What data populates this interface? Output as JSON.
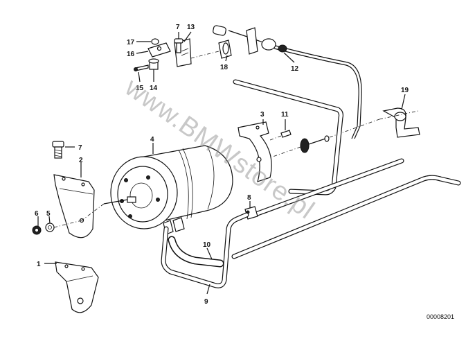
{
  "diagram": {
    "reference_code": "00008201",
    "watermark": "www.BMWstore.pl",
    "callouts": [
      {
        "id": "1",
        "label": "1"
      },
      {
        "id": "2",
        "label": "2"
      },
      {
        "id": "3",
        "label": "3"
      },
      {
        "id": "4",
        "label": "4"
      },
      {
        "id": "5",
        "label": "5"
      },
      {
        "id": "6",
        "label": "6"
      },
      {
        "id": "7a",
        "label": "7"
      },
      {
        "id": "7b",
        "label": "7"
      },
      {
        "id": "8",
        "label": "8"
      },
      {
        "id": "9",
        "label": "9"
      },
      {
        "id": "10",
        "label": "10"
      },
      {
        "id": "11",
        "label": "11"
      },
      {
        "id": "12",
        "label": "12"
      },
      {
        "id": "13",
        "label": "13"
      },
      {
        "id": "14",
        "label": "14"
      },
      {
        "id": "15",
        "label": "15"
      },
      {
        "id": "16",
        "label": "16"
      },
      {
        "id": "17",
        "label": "17"
      },
      {
        "id": "18",
        "label": "18"
      },
      {
        "id": "19",
        "label": "19"
      }
    ]
  }
}
